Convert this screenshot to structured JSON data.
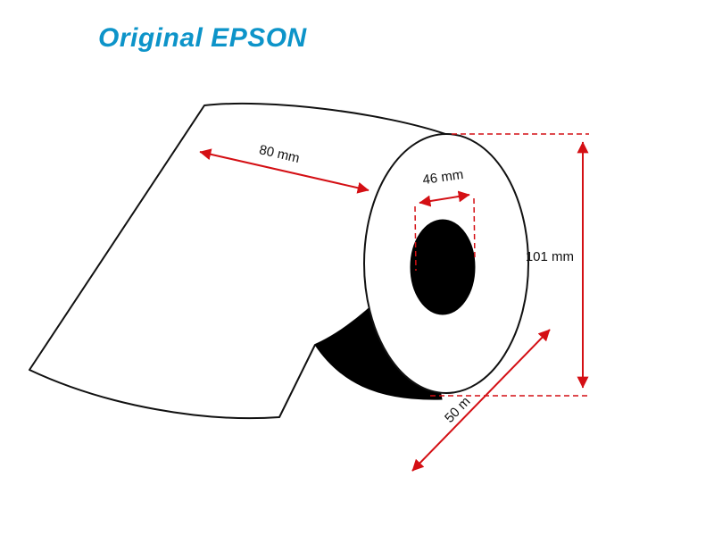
{
  "title": "Original EPSON",
  "colors": {
    "brand_blue": "#0D94C9",
    "dimension_red": "#D40F14",
    "outline_black": "#111111",
    "background": "#FFFFFF"
  },
  "diagram": {
    "subject": "label-roll-with-dimensions",
    "labels": {
      "roll_width": "80 mm",
      "core_diameter": "46 mm",
      "roll_diameter": "101 mm",
      "media_length": "50 m"
    }
  }
}
